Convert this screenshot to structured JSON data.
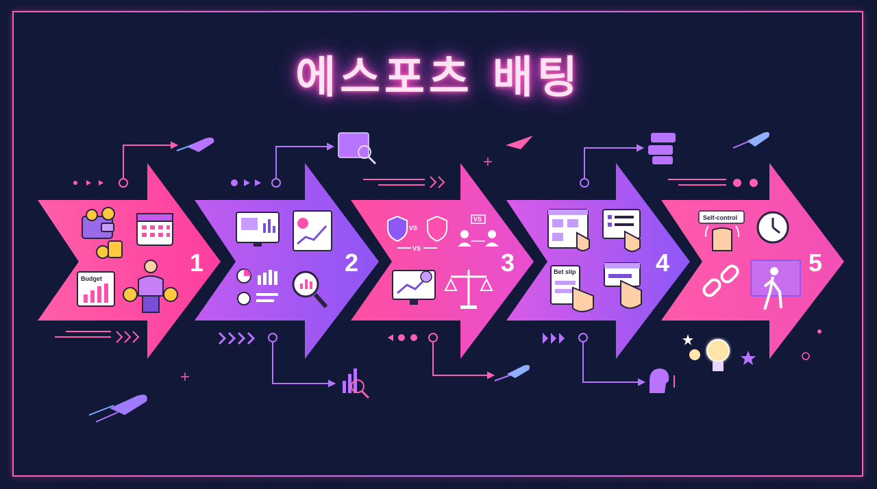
{
  "title": "에스포츠 배팅",
  "steps": [
    {
      "number": "1",
      "labels": [
        "Budget"
      ],
      "icons": [
        "wallet-icon",
        "calendar-icon",
        "budget-chart-icon",
        "person-money-icon"
      ]
    },
    {
      "number": "2",
      "labels": [],
      "icons": [
        "monitor-chart-icon",
        "dashboard-icon",
        "stats-report-icon",
        "magnify-analysis-icon"
      ]
    },
    {
      "number": "3",
      "labels": [
        "VS",
        "VS",
        "VS"
      ],
      "icons": [
        "team-shields-vs-icon",
        "players-vs-icon",
        "monitor-trend-icon",
        "balance-scale-icon"
      ]
    },
    {
      "number": "4",
      "labels": [
        "Bet slip"
      ],
      "icons": [
        "odds-board-icon",
        "checklist-tap-icon",
        "bet-slip-icon",
        "card-tap-icon"
      ]
    },
    {
      "number": "5",
      "labels": [
        "Self-control"
      ],
      "icons": [
        "self-control-hand-icon",
        "clock-icon",
        "broken-chain-icon",
        "walk-away-icon"
      ]
    }
  ],
  "colors": {
    "background": "#121838",
    "pink": "#ff4fae",
    "purple": "#a556f0",
    "frame": "#ff5fae"
  }
}
